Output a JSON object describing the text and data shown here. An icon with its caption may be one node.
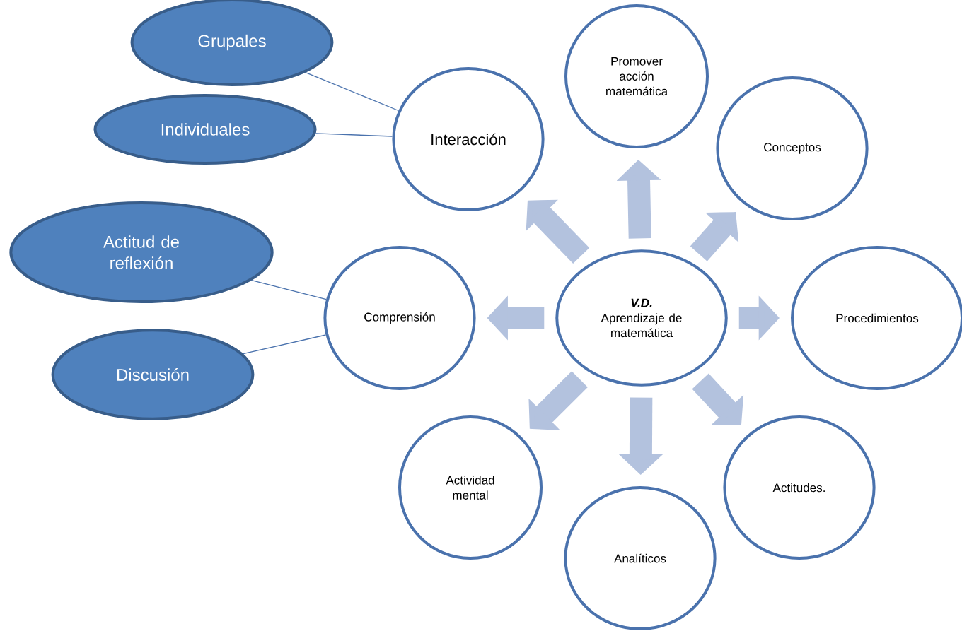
{
  "diagram": {
    "nodes": [
      {
        "text": [
          "V.D.",
          "Aprendizaje de matemática"
        ]
      },
      {
        "text": [
          "Promover acción matemática"
        ]
      },
      {
        "text": [
          "Conceptos"
        ]
      },
      {
        "text": [
          "Procedimientos"
        ]
      },
      {
        "text": [
          "Actitudes."
        ]
      },
      {
        "text": [
          "Analíticos"
        ]
      },
      {
        "text": [
          "Actividad mental"
        ]
      },
      {
        "text": [
          "Comprensión"
        ]
      },
      {
        "text": [
          "Interacción"
        ]
      },
      {
        "text": [
          "Grupales"
        ]
      },
      {
        "text": [
          "Individuales"
        ]
      },
      {
        "text": [
          "Actitud de reflexión"
        ]
      },
      {
        "text": [
          "Discusión"
        ]
      }
    ],
    "edges": [
      {
        "from": 0,
        "to": 1,
        "arrow": "to"
      },
      {
        "from": 0,
        "to": 2,
        "arrow": "to"
      },
      {
        "from": 0,
        "to": 3,
        "arrow": "to"
      },
      {
        "from": 0,
        "to": 4,
        "arrow": "to"
      },
      {
        "from": 0,
        "to": 5,
        "arrow": "to"
      },
      {
        "from": 0,
        "to": 6,
        "arrow": "to"
      },
      {
        "from": 0,
        "to": 7,
        "arrow": "to"
      },
      {
        "from": 0,
        "to": 8,
        "arrow": "to"
      },
      {
        "from": 9,
        "to": 8,
        "arrow": "none",
        "color": "#4a72ad"
      },
      {
        "from": 10,
        "to": 8,
        "arrow": "none",
        "color": "#4a72ad"
      },
      {
        "from": 11,
        "to": 7,
        "arrow": "none",
        "color": "#4a72ad"
      },
      {
        "from": 12,
        "to": 7,
        "arrow": "none",
        "color": "#4a72ad"
      }
    ]
  }
}
